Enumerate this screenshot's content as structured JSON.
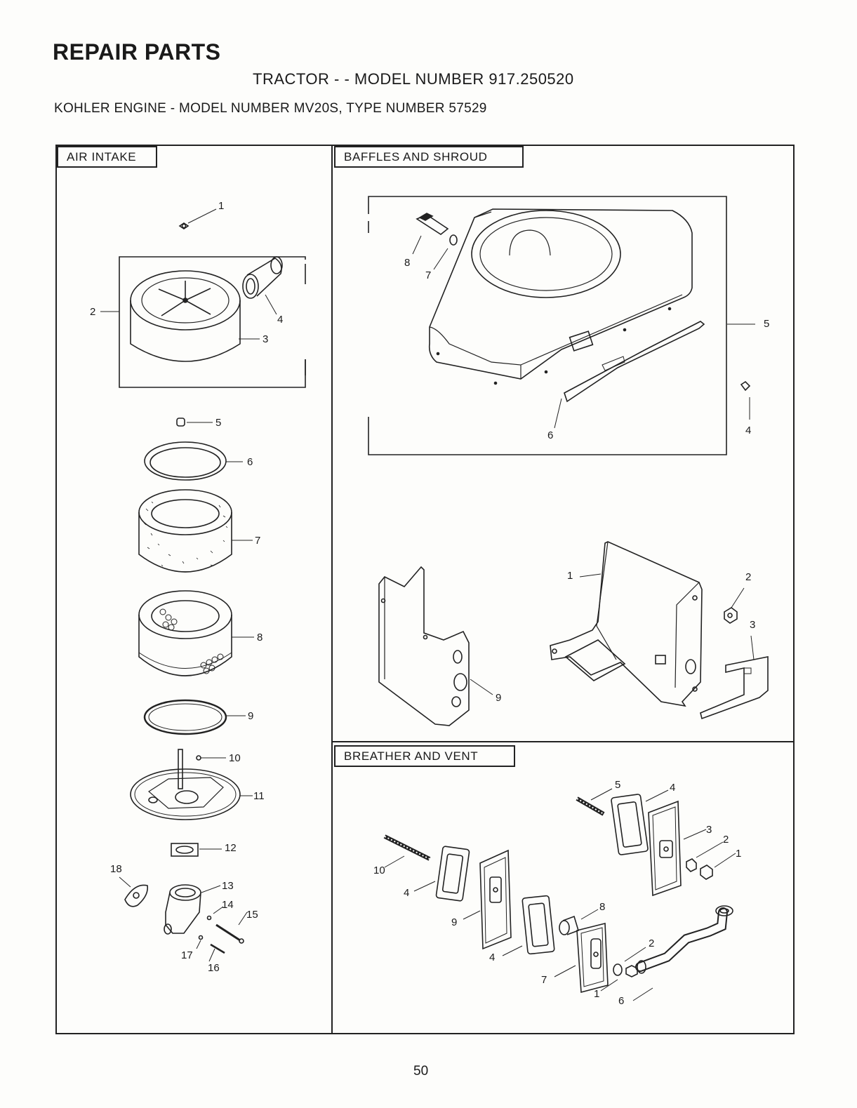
{
  "header": {
    "title": "REPAIR PARTS",
    "subtitle": "TRACTOR - - MODEL NUMBER 917.250520",
    "engine": "KOHLER ENGINE - MODEL NUMBER MV20S, TYPE NUMBER 57529"
  },
  "sections": {
    "air_intake": {
      "title": "AIR INTAKE",
      "callouts": [
        "1",
        "2",
        "3",
        "4",
        "5",
        "6",
        "7",
        "8",
        "9",
        "10",
        "11",
        "12",
        "13",
        "14",
        "15",
        "16",
        "17",
        "18"
      ]
    },
    "baffles": {
      "title": "BAFFLES AND SHROUD",
      "callouts": [
        "8",
        "7",
        "5",
        "6",
        "4",
        "1",
        "2",
        "3",
        "9"
      ]
    },
    "breather": {
      "title": "BREATHER AND VENT",
      "callouts": [
        "5",
        "4",
        "3",
        "2",
        "1",
        "10",
        "4",
        "9",
        "8",
        "4",
        "2",
        "7",
        "1",
        "6"
      ]
    }
  },
  "page_number": "50"
}
